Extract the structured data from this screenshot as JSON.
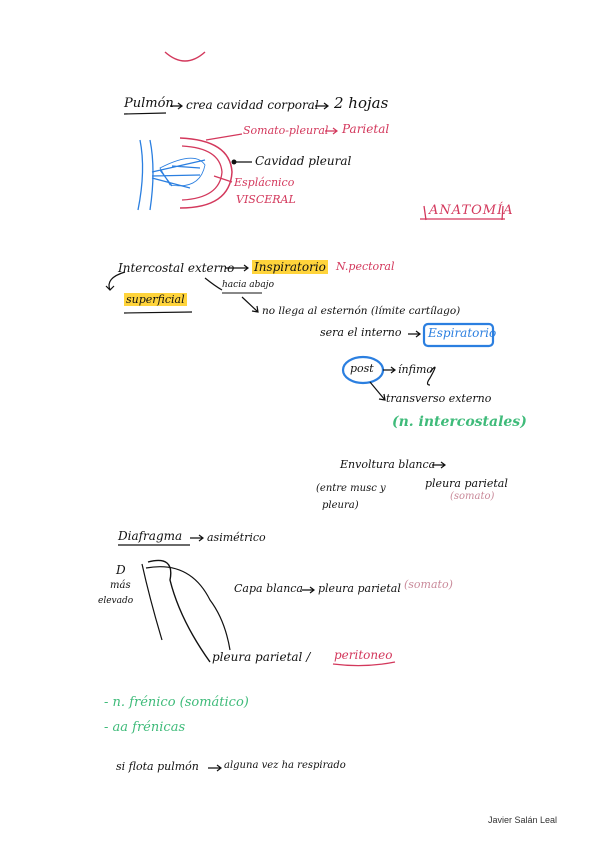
{
  "top": {
    "pulmon": "Pulmón",
    "crea": "crea cavidad corporal",
    "hojas": "2 hojas",
    "somato": "Somato-pleural",
    "parietal": "Parietal",
    "cavidad": "Cavidad pleural",
    "esplacnico": "Esplácnico",
    "visceral": "VISCERAL",
    "anatomia": "ANATOMÍA"
  },
  "intercostal": {
    "externo": "Intercostal externo",
    "inspiratorio": "Inspiratorio",
    "npectoral": "N.pectoral",
    "superficial": "superficial",
    "hacia": "hacia abajo",
    "nollega": "no llega al esternón (límite cartílago)",
    "sera": "sera el interno",
    "espiratorio": "Espiratorio",
    "post": "post",
    "infimo": "ínfimo",
    "transverso": "transverso externo",
    "nint": "(n. intercostales)",
    "envoltura": "Envoltura blanca",
    "entre": "(entre musc y",
    "pleura": "pleura)",
    "pleuraparietal": "pleura parietal",
    "somato": "(somato)"
  },
  "diafragma": {
    "titulo": "Diafragma",
    "asimetrico": "asimétrico",
    "d": "D",
    "mas": "más",
    "elevado": "elevado",
    "capa": "Capa blanca",
    "pleuraparietal": "pleura parietal",
    "somato": "(somato)",
    "pp2": "pleura parietal /",
    "peritoneo": "peritoneo"
  },
  "notas": {
    "frenico": "- n. frénico (somático)",
    "aa": "- aa frénicas",
    "flota": "si flota pulmón",
    "alguna": "alguna vez ha respirado"
  },
  "footer": {
    "author": "Javier Salán Leal"
  },
  "colors": {
    "red": "#d3385c",
    "green": "#3fbb7a",
    "blue": "#2b7fe0",
    "yellow": "#ffd43b",
    "pink": "#c98a9a"
  }
}
